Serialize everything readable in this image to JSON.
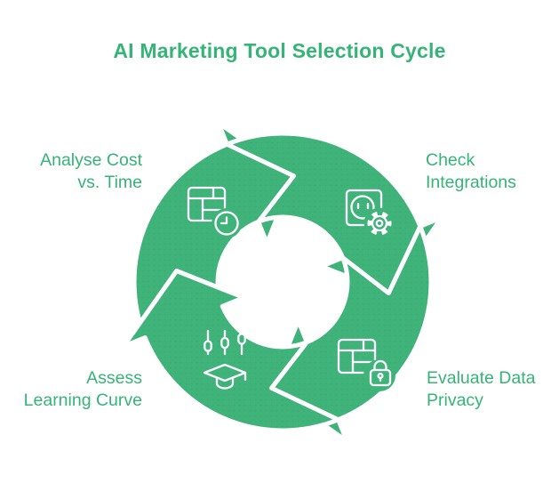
{
  "title": "AI Marketing Tool Selection Cycle",
  "colors": {
    "circle_green": "#3fb37a",
    "circle_dot_green": "#38ab73",
    "text_green": "#35b477",
    "icon_stroke": "#ffffff",
    "background": "#ffffff"
  },
  "cycle": {
    "direction": "clockwise",
    "steps": [
      {
        "id": "analyse-cost-vs-time",
        "position": "top-left",
        "label_line1": "Analyse Cost",
        "label_line2": "vs. Time",
        "icon": "table-clock-icon"
      },
      {
        "id": "check-integrations",
        "position": "top-right",
        "label_line1": "Check",
        "label_line2": "Integrations",
        "icon": "socket-gear-icon"
      },
      {
        "id": "evaluate-data-privacy",
        "position": "bottom-right",
        "label_line1": "Evaluate Data",
        "label_line2": "Privacy",
        "icon": "table-lock-icon"
      },
      {
        "id": "assess-learning-curve",
        "position": "bottom-left",
        "label_line1": "Assess",
        "label_line2": "Learning Curve",
        "icon": "sliders-graduation-cap-icon"
      }
    ]
  }
}
